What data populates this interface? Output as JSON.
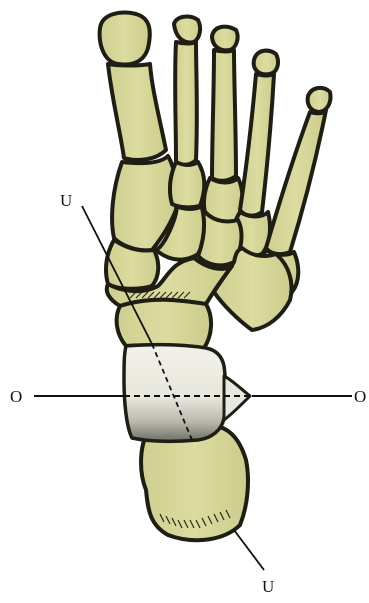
{
  "figure": {
    "labels": {
      "u_top": "U",
      "u_bottom": "U",
      "o_left": "O",
      "o_right": "O"
    },
    "colors": {
      "background": "#ffffff",
      "bone_fill": "#d8d89a",
      "bone_outline": "#1e1e14",
      "talus_fill": "#ebebe2",
      "talus_shadow": "#7a7a72",
      "line": "#111111"
    }
  }
}
